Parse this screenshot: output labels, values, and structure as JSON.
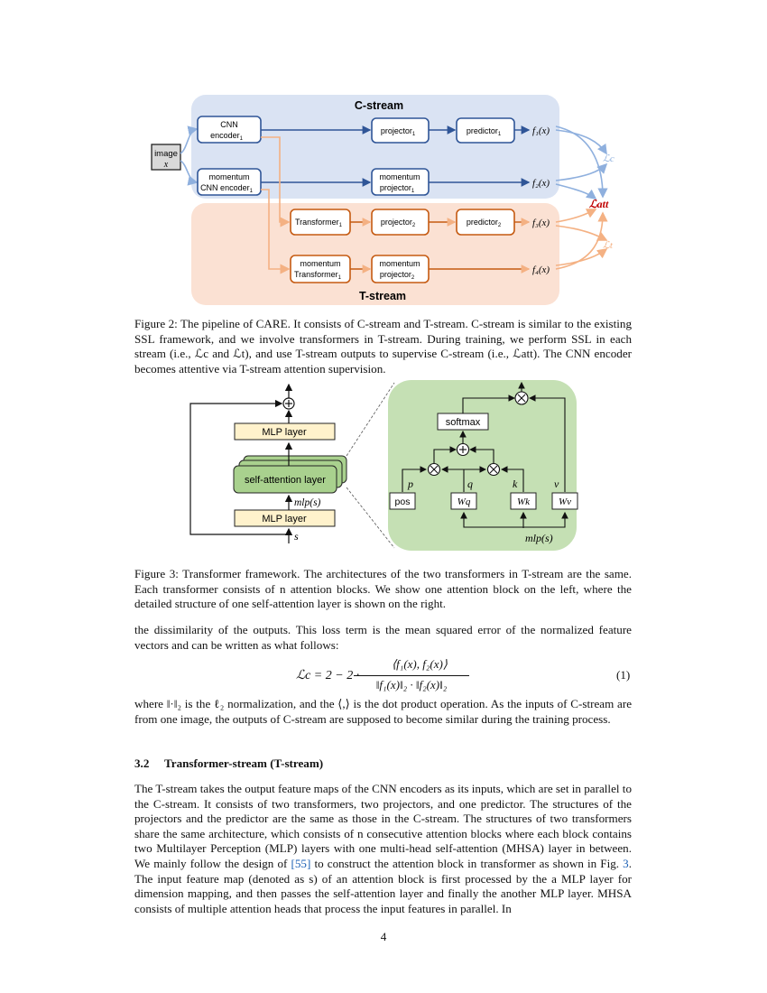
{
  "figure2": {
    "c_stream_label": "C-stream",
    "t_stream_label": "T-stream",
    "image_label": "image",
    "image_var": "x",
    "cnn_encoder": "CNN",
    "cnn_encoder_2": "encoder",
    "momentum_cnn_1": "momentum",
    "momentum_cnn_2": "CNN encoder",
    "projector1": "projector",
    "momentum_projector_1": "momentum",
    "momentum_projector_2": "projector",
    "predictor1": "predictor",
    "transformer1": "Transformer",
    "projector2": "projector",
    "predictor2": "predictor",
    "momentum_transformer_1": "momentum",
    "momentum_transformer_2": "Transformer",
    "momentum_projector2_1": "momentum",
    "momentum_projector2_2": "projector",
    "sub1": "1",
    "sub2": "2",
    "f1": "f₁(x)",
    "f2": "f₂(x)",
    "f3": "f₃(x)",
    "f4": "f₄(x)",
    "loss_c": "ℒc",
    "loss_att": "ℒatt",
    "loss_t": "ℒt",
    "caption": "Figure 2: The pipeline of CARE. It consists of C-stream and T-stream. C-stream is similar to the existing SSL framework, and we involve transformers in T-stream. During training, we perform SSL in each stream (i.e., ℒc and ℒt), and use T-stream outputs to supervise C-stream (i.e., ℒatt). The CNN encoder becomes attentive via T-stream attention supervision."
  },
  "figure3": {
    "mlp_top": "MLP layer",
    "self_attention": "self-attention layer",
    "mlp_s": "mlp(s)",
    "mlp_bottom": "MLP layer",
    "s": "s",
    "softmax": "softmax",
    "p": "p",
    "q": "q",
    "k": "k",
    "v": "v",
    "pos": "pos",
    "wq": "Wq",
    "wk": "Wk",
    "wv": "Wv",
    "mlp_s_right": "mlp(s)",
    "caption": "Figure 3: Transformer framework. The architectures of the two transformers in T-stream are the same. Each transformer consists of n attention blocks. We show one attention block on the left, where the detailed structure of one self-attention layer is shown on the right."
  },
  "text": {
    "para1": "the dissimilarity of the outputs. This loss term is the mean squared error of the normalized feature vectors and can be written as what follows:",
    "eq_lhs": "ℒc = 2 − 2 ·",
    "eq_num": "⟨f₁(x), f₂(x)⟩",
    "eq_den": "‖f₁(x)‖₂ · ‖f₂(x)‖₂",
    "eq_number": "(1)",
    "para2": "where ‖·‖₂ is the ℓ₂ normalization, and the ⟨,⟩ is the dot product operation. As the inputs of C-stream are from one image, the outputs of C-stream are supposed to become similar during the training process.",
    "section_number": "3.2",
    "section_title": "Transformer-stream (T-stream)",
    "para3_a": "The T-stream takes the output feature maps of the CNN encoders as its inputs, which are set in parallel to the C-stream. It consists of two transformers, two projectors, and one predictor. The structures of the projectors and the predictor are the same as those in the C-stream. The structures of two transformers share the same architecture, which consists of n consecutive attention blocks where each block contains two Multilayer Perception (MLP) layers with one multi-head self-attention (MHSA) layer in between. We mainly follow the design of",
    "ref55": "[55]",
    "para3_b": "to construct the attention block in transformer as shown in Fig.",
    "ref_fig3": "3",
    "para3_c": ". The input feature map (denoted as s) of an attention block is first processed by the a MLP layer for dimension mapping, and then passes the self-attention layer and finally the another MLP layer. MHSA consists of multiple attention heads that process the input features in parallel. In",
    "page_number": "4"
  },
  "colors": {
    "c_stream_bg": "#dae3f3",
    "t_stream_bg": "#fbe1d3",
    "blue_box": "#2f5597",
    "orange_box": "#c55a11",
    "blue_arrow": "#8fb0de",
    "orange_arrow": "#f4b183",
    "mlp_fill": "#fff2cc",
    "green_fill": "#a9d18e",
    "green_panel": "#c5e0b4",
    "loss_att": "#c00000"
  }
}
